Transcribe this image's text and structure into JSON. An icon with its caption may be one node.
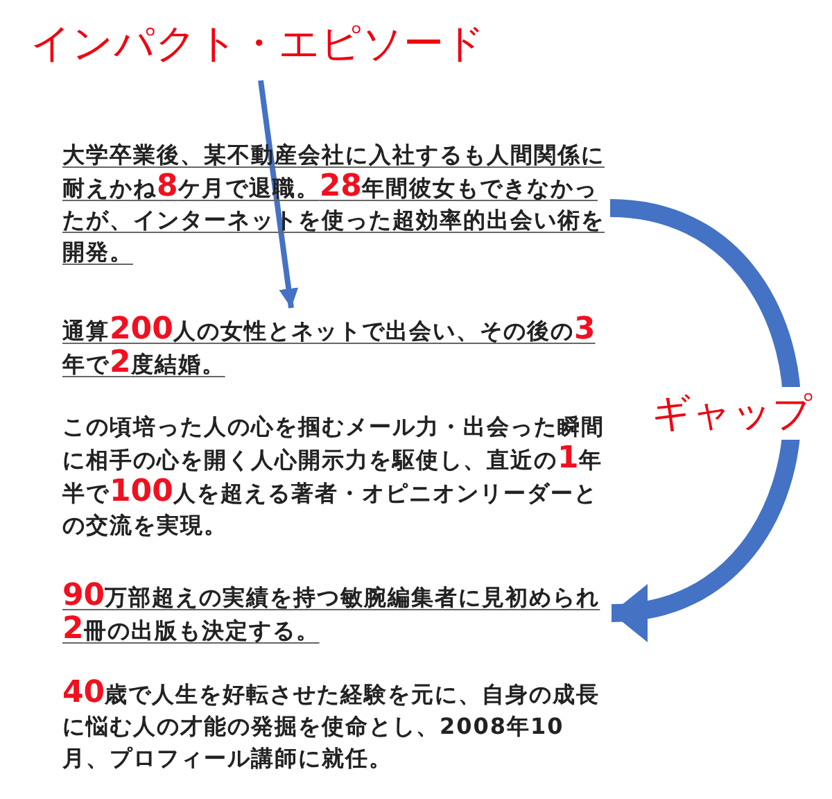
{
  "diagram": {
    "nodes": [
      {
        "text": [
          "インパクト・エピソード"
        ]
      },
      {
        "text": [
          "大学卒業後、某不動産会社に入社するも人間関係に耐えかね**8**ケ月で退職。**28**年間彼女もできなかったが、インターネットを使った超効率的出会い術を開発。"
        ]
      },
      {
        "text": [
          "通算**200**人の女性とネットで出会い、その後の**3**年で**2**度結婚。"
        ]
      },
      {
        "text": [
          "この頃培った人の心を掴むメール力・出会った瞬間に相手の心を開く人心開示力を駆使し、直近の**1**年半で**100**人を超える著者・オピニオンリーダーとの交流を実現。"
        ]
      },
      {
        "text": [
          "**90**万部超えの実績を持つ敏腕編集者に見初められ**2**冊の出版も決定する。"
        ]
      },
      {
        "text": [
          "**40**歳で人生を好転させた経験を元に、自身の成長に悩む人の才能の発掘を使命とし、2008年10月、プロフィール講師に就任。"
        ]
      }
    ],
    "edges": [
      {
        "from": 0,
        "to": 2,
        "arrow": "to"
      },
      {
        "from": 1,
        "to": 4,
        "arrow": "to",
        "label": "ギャップ",
        "style": "thick"
      }
    ]
  }
}
